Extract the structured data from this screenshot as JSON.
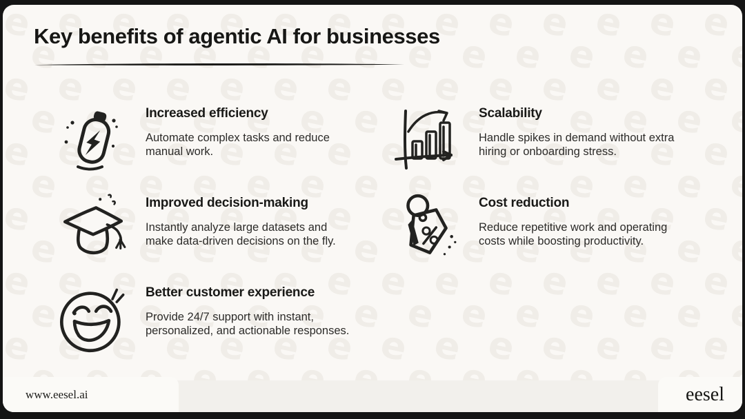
{
  "title": "Key benefits of agentic AI for businesses",
  "benefits": [
    {
      "icon": "battery-icon",
      "title": "Increased efficiency",
      "description": "Automate complex tasks and reduce\nmanual work."
    },
    {
      "icon": "growth-chart-icon",
      "title": "Scalability",
      "description": "Handle spikes in demand without extra\nhiring or onboarding stress."
    },
    {
      "icon": "graduation-cap-icon",
      "title": "Improved decision-making",
      "description": "Instantly analyze large datasets and\nmake data-driven decisions on the fly."
    },
    {
      "icon": "discount-tag-icon",
      "title": "Cost reduction",
      "description": "Reduce repetitive work and operating\ncosts while boosting productivity."
    },
    {
      "icon": "laughing-face-icon",
      "title": "Better customer experience",
      "description": "Provide 24/7 support with instant,\npersonalized, and actionable responses."
    }
  ],
  "footer": {
    "website": "www.eesel.ai",
    "logo": "eesel"
  },
  "watermark": {
    "letter": "e"
  },
  "colors": {
    "ink": "#222220",
    "card_background": "#faf8f5",
    "pattern_letter": "#f0ede8",
    "footer_bar": "#f2f0ec",
    "footer_tab": "#fbfaf7",
    "frame": "#141414"
  }
}
